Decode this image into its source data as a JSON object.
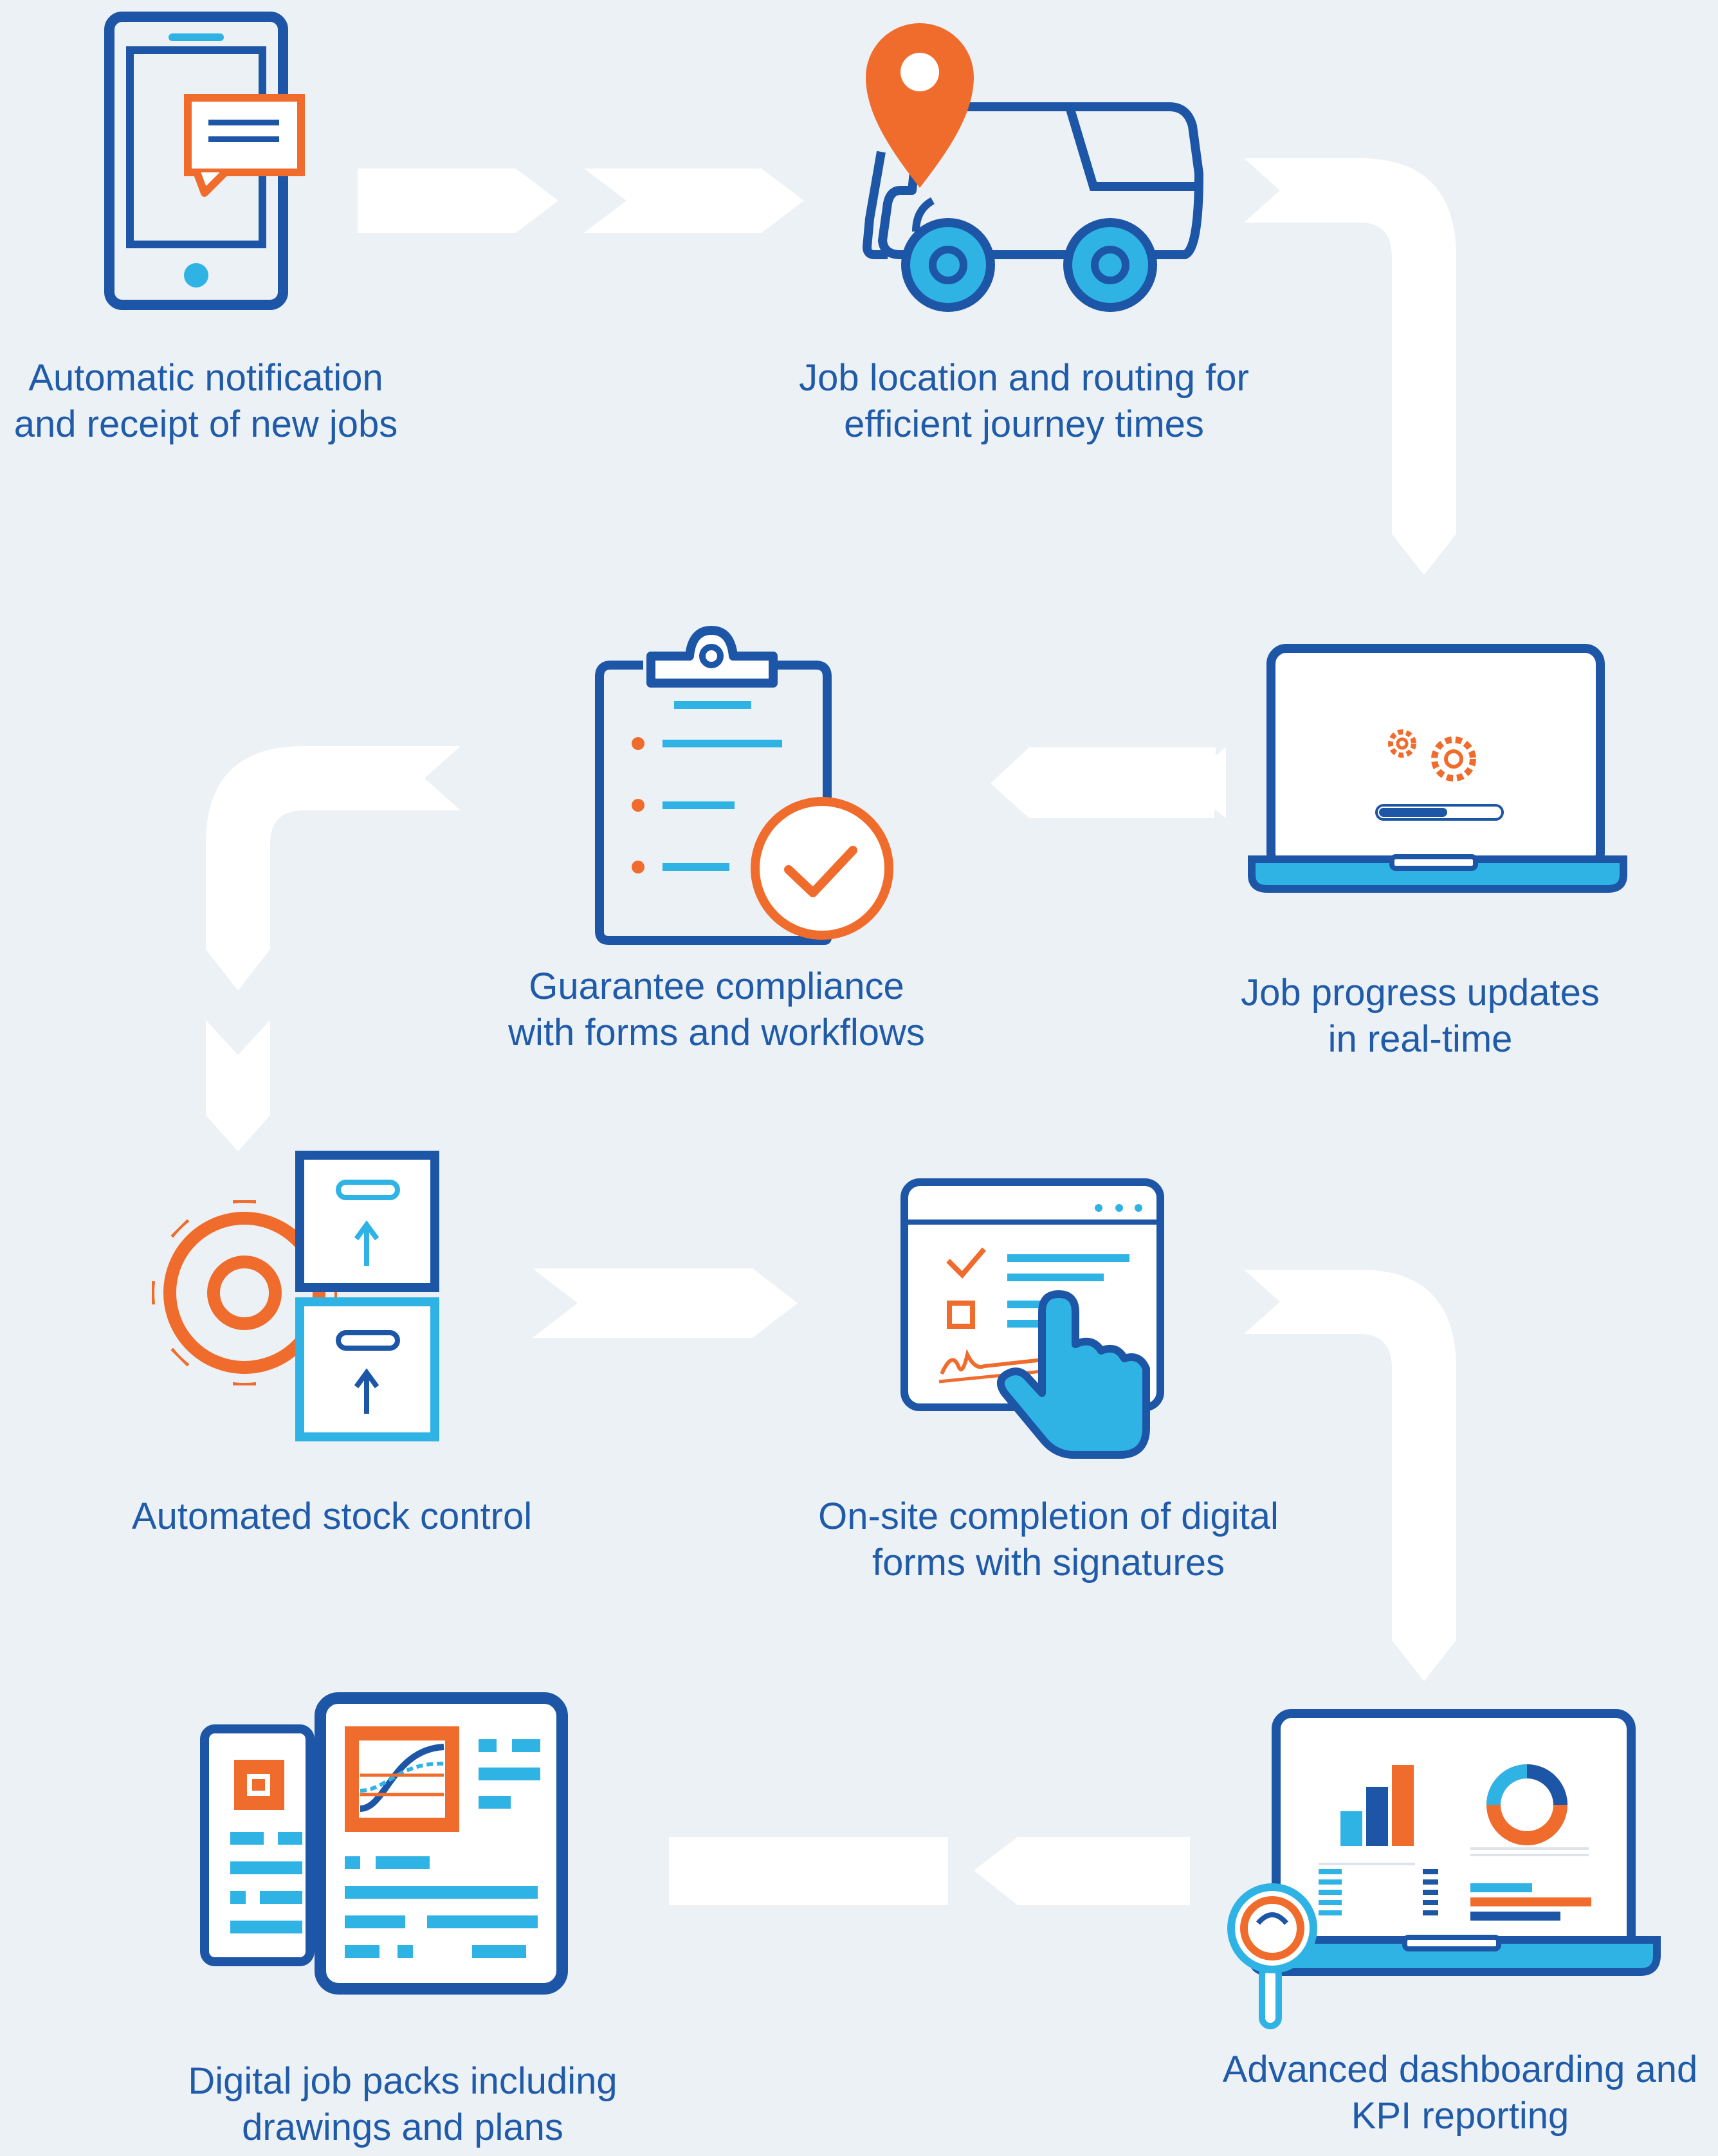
{
  "colors": {
    "background": "#ecf1f5",
    "navy": "#1d56a6",
    "sky": "#2fb3e5",
    "orange": "#f06c2c",
    "arrow": "#ffffff",
    "text": "#1f5ba8"
  },
  "steps": [
    {
      "icon": "smartphone-notification-icon",
      "lines": [
        "Automatic notification",
        "and receipt of new jobs"
      ]
    },
    {
      "icon": "truck-location-icon",
      "lines": [
        "Job location and routing for",
        "efficient journey times"
      ]
    },
    {
      "icon": "laptop-progress-icon",
      "lines": [
        "Job progress updates",
        "in real-time"
      ]
    },
    {
      "icon": "clipboard-check-icon",
      "lines": [
        "Guarantee compliance",
        "with forms and workflows"
      ]
    },
    {
      "icon": "gear-stock-boxes-icon",
      "lines": [
        "Automated stock control"
      ]
    },
    {
      "icon": "digital-form-signature-icon",
      "lines": [
        "On-site completion of digital",
        "forms with signatures"
      ]
    },
    {
      "icon": "dashboard-laptop-icon",
      "lines": [
        "Advanced dashboarding and",
        "KPI reporting"
      ]
    },
    {
      "icon": "job-pack-documents-icon",
      "lines": [
        "Digital job packs including",
        "drawings and plans"
      ]
    }
  ]
}
